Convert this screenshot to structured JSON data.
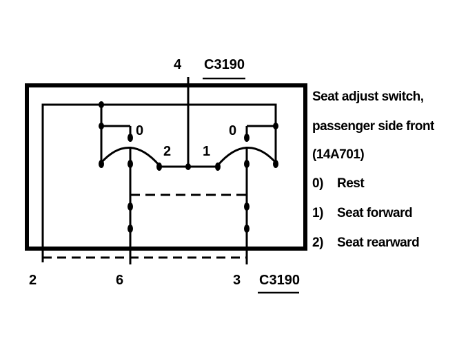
{
  "connector_top": {
    "pin": "4",
    "id": "C3190"
  },
  "connector_bottom": {
    "pins": [
      "2",
      "6",
      "3"
    ],
    "id": "C3190"
  },
  "switch_labels": {
    "left_rest": "0",
    "left_position": "2",
    "right_position": "1",
    "right_rest": "0"
  },
  "legend": {
    "title_lines": [
      "Seat adjust switch,",
      "passenger side front",
      "(14A701)"
    ],
    "items": [
      {
        "key": "0)",
        "text": "Rest"
      },
      {
        "key": "1)",
        "text": "Seat forward"
      },
      {
        "key": "2)",
        "text": "Seat rearward"
      }
    ]
  }
}
